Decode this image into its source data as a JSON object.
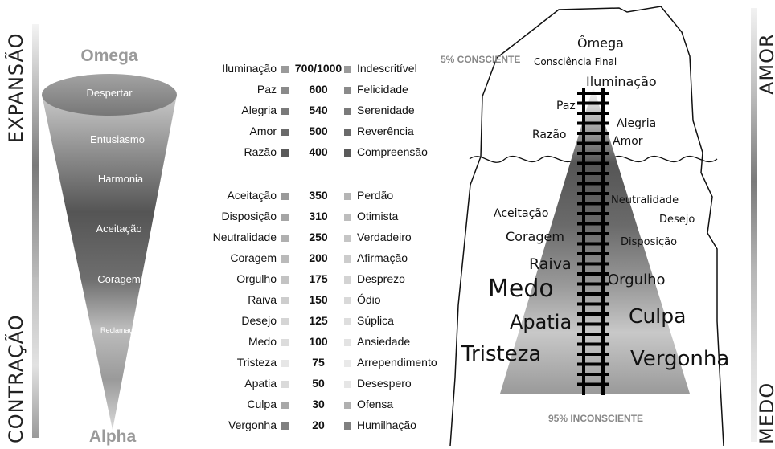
{
  "side_labels": {
    "expansion": "EXPANSÃO",
    "contraction": "CONTRAÇÃO",
    "love": "AMOR",
    "fear": "MEDO"
  },
  "cone": {
    "top": "Omega",
    "bottom": "Alpha",
    "levels": [
      "Despertar",
      "Entusiasmo",
      "Harmonia",
      "Aceitação",
      "Coragem",
      "Reclamação"
    ]
  },
  "table": {
    "rows": [
      {
        "name": "Iluminação",
        "value": "700/1000",
        "emotion": "Indescritível",
        "tone": "#9a9a9a",
        "etone": "#9a9a9a"
      },
      {
        "name": "Paz",
        "value": "600",
        "emotion": "Felicidade",
        "tone": "#8a8a8a",
        "etone": "#8a8a8a"
      },
      {
        "name": "Alegria",
        "value": "540",
        "emotion": "Serenidade",
        "tone": "#7a7a7a",
        "etone": "#7a7a7a"
      },
      {
        "name": "Amor",
        "value": "500",
        "emotion": "Reverência",
        "tone": "#6a6a6a",
        "etone": "#6a6a6a"
      },
      {
        "name": "Razão",
        "value": "400",
        "emotion": "Compreensão",
        "tone": "#5a5a5a",
        "etone": "#5a5a5a"
      },
      {
        "name": "Aceitação",
        "value": "350",
        "emotion": "Perdão",
        "tone": "#9a9a9a",
        "etone": "#b5b5b5"
      },
      {
        "name": "Disposição",
        "value": "310",
        "emotion": "Otimista",
        "tone": "#a5a5a5",
        "etone": "#bdbdbd"
      },
      {
        "name": "Neutralidade",
        "value": "250",
        "emotion": "Verdadeiro",
        "tone": "#b0b0b0",
        "etone": "#c5c5c5"
      },
      {
        "name": "Coragem",
        "value": "200",
        "emotion": "Afirmação",
        "tone": "#bababa",
        "etone": "#cccccc"
      },
      {
        "name": "Orgulho",
        "value": "175",
        "emotion": "Desprezo",
        "tone": "#c3c3c3",
        "etone": "#d3d3d3"
      },
      {
        "name": "Raiva",
        "value": "150",
        "emotion": "Ódio",
        "tone": "#cdcdcd",
        "etone": "#d9d9d9"
      },
      {
        "name": "Desejo",
        "value": "125",
        "emotion": "Súplica",
        "tone": "#d5d5d5",
        "etone": "#dedede"
      },
      {
        "name": "Medo",
        "value": "100",
        "emotion": "Ansiedade",
        "tone": "#dcdcdc",
        "etone": "#e3e3e3"
      },
      {
        "name": "Tristeza",
        "value": "75",
        "emotion": "Arrependimento",
        "tone": "#e6e6e6",
        "etone": "#e9e9e9"
      },
      {
        "name": "Apatia",
        "value": "50",
        "emotion": "Desespero",
        "tone": "#dadada",
        "etone": "#e6e6e6"
      },
      {
        "name": "Culpa",
        "value": "30",
        "emotion": "Ofensa",
        "tone": "#a8a8a8",
        "etone": "#b0b0b0"
      },
      {
        "name": "Vergonha",
        "value": "20",
        "emotion": "Humilhação",
        "tone": "#808080",
        "etone": "#808080"
      }
    ]
  },
  "mountain": {
    "conscious": "5% CONSCIENTE",
    "unconscious": "95% INCONSCIENTE",
    "labels": {
      "omega": "Ômega",
      "final": "Consciência Final",
      "illumination": "Iluminação",
      "peace": "Paz",
      "joy": "Alegria",
      "reason": "Razão",
      "love": "Amor",
      "acceptance": "Aceitação",
      "neutrality": "Neutralidade",
      "desire": "Desejo",
      "courage": "Coragem",
      "willingness": "Disposição",
      "anger": "Raiva",
      "pride": "Orgulho",
      "fear": "Medo",
      "apathy": "Apatia",
      "guilt": "Culpa",
      "sadness": "Tristeza",
      "shame": "Vergonha"
    }
  }
}
